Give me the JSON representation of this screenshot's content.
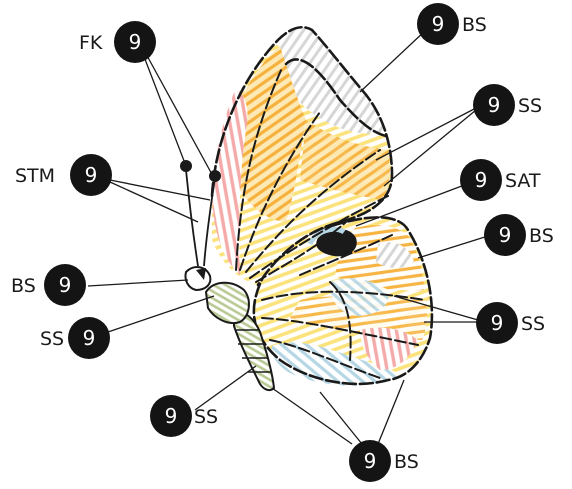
{
  "callouts": [
    {
      "id": "fk",
      "number": "9",
      "code": "FK"
    },
    {
      "id": "bs1",
      "number": "9",
      "code": "BS"
    },
    {
      "id": "ss1",
      "number": "9",
      "code": "SS"
    },
    {
      "id": "stm",
      "number": "9",
      "code": "STM"
    },
    {
      "id": "sat",
      "number": "9",
      "code": "SAT"
    },
    {
      "id": "bs2",
      "number": "9",
      "code": "BS"
    },
    {
      "id": "bs3",
      "number": "9",
      "code": "BS"
    },
    {
      "id": "ss2",
      "number": "9",
      "code": "SS"
    },
    {
      "id": "ss3",
      "number": "9",
      "code": "SS"
    },
    {
      "id": "ss4",
      "number": "9",
      "code": "SS"
    },
    {
      "id": "bs4",
      "number": "9",
      "code": "BS"
    }
  ],
  "colors": {
    "thread_gray": "#e3e3e3",
    "thread_orange": "#f6b13c",
    "thread_yellow": "#fbe27a",
    "thread_pink": "#f4aaa8",
    "thread_blue": "#b5d6e4",
    "thread_green": "#c5d2a3",
    "thread_dark": "#1a1a1a",
    "badge": "#141414"
  }
}
